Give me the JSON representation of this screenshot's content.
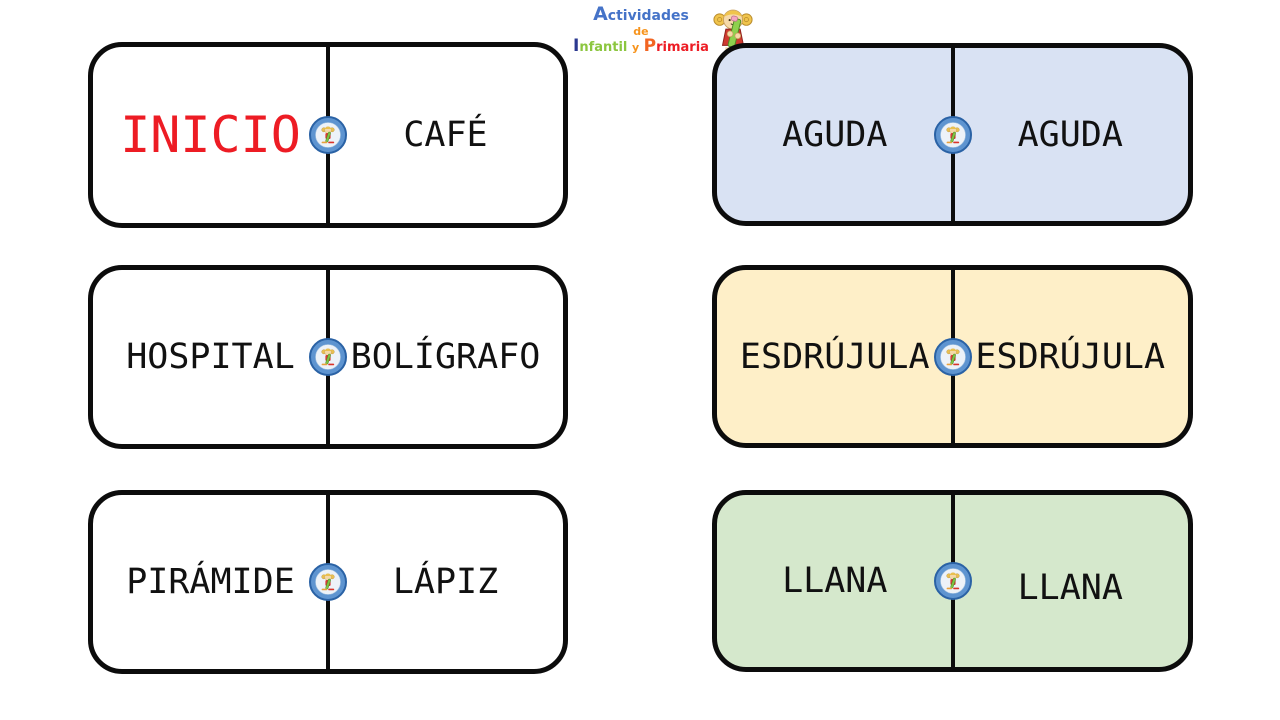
{
  "logo": {
    "title_line1": "Actividades",
    "title_line2": "de",
    "title_line3_word1": "Infantil",
    "title_line3_word2": "y",
    "title_line3_word3": "Primaria",
    "mascot": "girl-with-green-pencil",
    "colors": {
      "actividades_blue": "#4573c8",
      "de_orange": "#f7941d",
      "infantil_initial_navy": "#2b3990",
      "infantil_green": "#8cc63f",
      "y_orange": "#f7941d",
      "primaria_initial_orange": "#f26522",
      "primaria_red": "#ed1c24"
    }
  },
  "medallion": {
    "meaning": "small circular logo emblem on each domino divider"
  },
  "tiles": [
    {
      "left_label": "INICIO",
      "right_label": "CAFÉ",
      "bg": "#ffffff",
      "left_color": "#ed1c24",
      "right_color": "#111111",
      "left_large": true
    },
    {
      "left_label": "HOSPITAL",
      "right_label": "BOLÍGRAFO",
      "bg": "#ffffff",
      "left_color": "#111111",
      "right_color": "#111111",
      "left_large": false
    },
    {
      "left_label": "PIRÁMIDE",
      "right_label": "LÁPIZ",
      "bg": "#ffffff",
      "left_color": "#111111",
      "right_color": "#111111",
      "left_large": false
    },
    {
      "left_label": "AGUDA",
      "right_label": "AGUDA",
      "bg": "#d9e2f3",
      "left_color": "#111111",
      "right_color": "#111111",
      "left_large": false
    },
    {
      "left_label": "ESDRÚJULA",
      "right_label": "ESDRÚJULA",
      "bg": "#feefc8",
      "left_color": "#111111",
      "right_color": "#111111",
      "left_large": false
    },
    {
      "left_label": "LLANA",
      "right_label": "LLANA",
      "bg": "#d5e8cc",
      "left_color": "#111111",
      "right_color": "#111111",
      "left_large": false
    }
  ]
}
